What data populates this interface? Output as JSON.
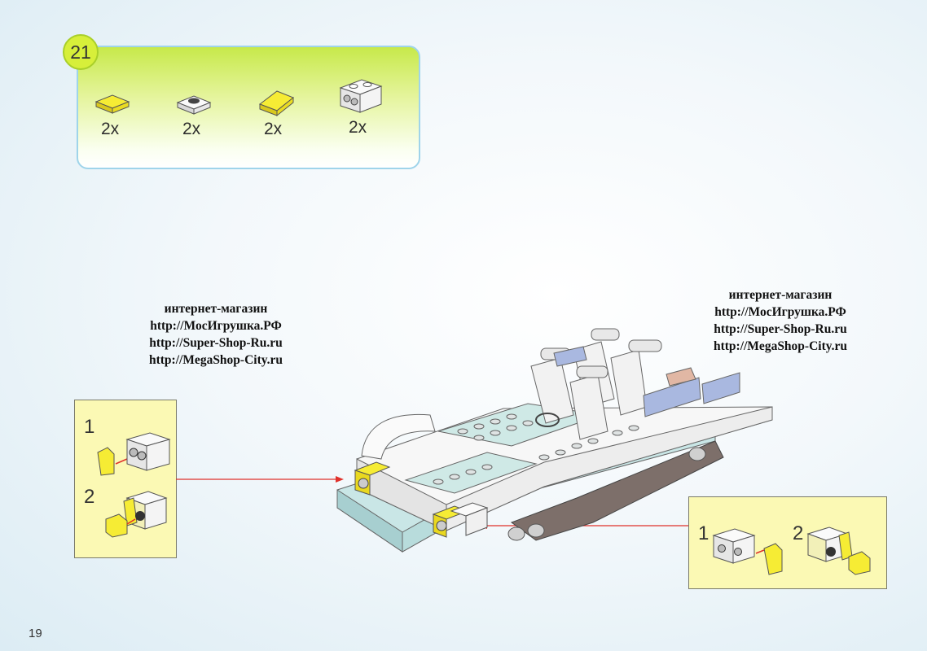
{
  "step": {
    "number": "21"
  },
  "parts": [
    {
      "qty": "2x",
      "icon": "yellow-1x1-tile-icon"
    },
    {
      "qty": "2x",
      "icon": "white-1x1-round-plate-icon"
    },
    {
      "qty": "2x",
      "icon": "yellow-1x1-slope-icon"
    },
    {
      "qty": "2x",
      "icon": "white-1x2-bracket-brick-icon"
    }
  ],
  "shop_left": {
    "line1": "интернет-магазин",
    "line2": "http://МосИгрушка.РФ",
    "line3": "http://Super-Shop-Ru.ru",
    "line4": "http://MegaShop-City.ru"
  },
  "shop_right": {
    "line1": "интернет-магазин",
    "line2": "http://МосИгрушка.РФ",
    "line3": "http://Super-Shop-Ru.ru",
    "line4": "http://MegaShop-City.ru"
  },
  "callout_left": {
    "step1": "1",
    "step2": "2"
  },
  "callout_right": {
    "step1": "1",
    "step2": "2"
  },
  "page_number": "19",
  "colors": {
    "arrow": "#e0312b",
    "callout_bg": "#fbf9b4",
    "panel_top": "#c7e94a",
    "brick_yellow": "#f4ea2a"
  }
}
